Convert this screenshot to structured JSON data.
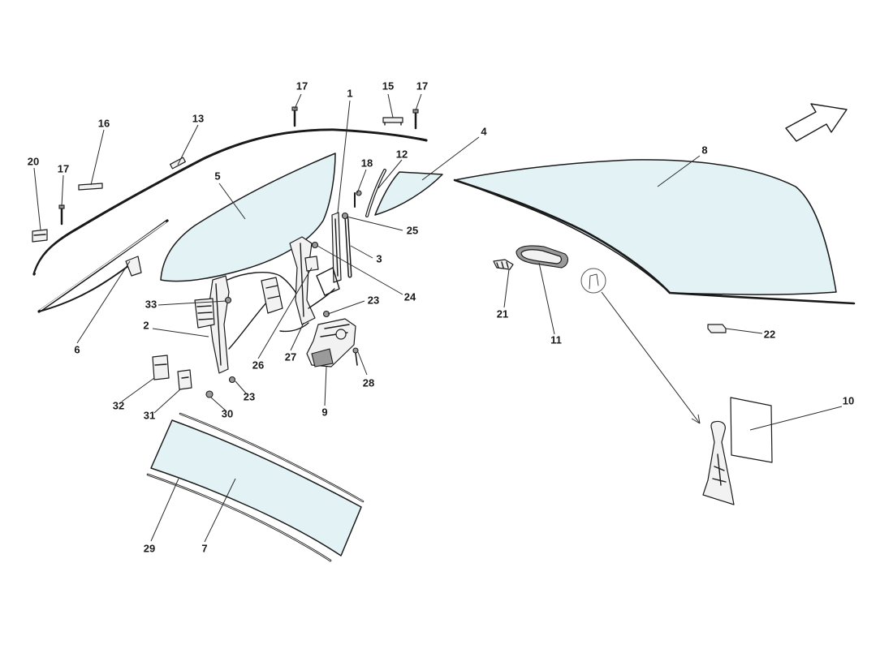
{
  "diagram": {
    "callouts": [
      {
        "id": "c1",
        "label": "1"
      },
      {
        "id": "c2",
        "label": "2"
      },
      {
        "id": "c3",
        "label": "3"
      },
      {
        "id": "c4",
        "label": "4"
      },
      {
        "id": "c5",
        "label": "5"
      },
      {
        "id": "c6",
        "label": "6"
      },
      {
        "id": "c7",
        "label": "7"
      },
      {
        "id": "c8",
        "label": "8"
      },
      {
        "id": "c9",
        "label": "9"
      },
      {
        "id": "c10",
        "label": "10"
      },
      {
        "id": "c11",
        "label": "11"
      },
      {
        "id": "c12",
        "label": "12"
      },
      {
        "id": "c13",
        "label": "13"
      },
      {
        "id": "c15",
        "label": "15"
      },
      {
        "id": "c16",
        "label": "16"
      },
      {
        "id": "c17a",
        "label": "17"
      },
      {
        "id": "c17b",
        "label": "17"
      },
      {
        "id": "c17c",
        "label": "17"
      },
      {
        "id": "c18",
        "label": "18"
      },
      {
        "id": "c20",
        "label": "20"
      },
      {
        "id": "c21",
        "label": "21"
      },
      {
        "id": "c22",
        "label": "22"
      },
      {
        "id": "c23a",
        "label": "23"
      },
      {
        "id": "c23b",
        "label": "23"
      },
      {
        "id": "c24",
        "label": "24"
      },
      {
        "id": "c25",
        "label": "25"
      },
      {
        "id": "c26",
        "label": "26"
      },
      {
        "id": "c27",
        "label": "27"
      },
      {
        "id": "c28",
        "label": "28"
      },
      {
        "id": "c29",
        "label": "29"
      },
      {
        "id": "c30",
        "label": "30"
      },
      {
        "id": "c31",
        "label": "31"
      },
      {
        "id": "c32",
        "label": "32"
      },
      {
        "id": "c33",
        "label": "33"
      }
    ],
    "direction_arrow_icon": "front-direction-arrow-icon",
    "colors": {
      "glass": "#e3f3f5",
      "line": "#1a1a1a"
    }
  }
}
